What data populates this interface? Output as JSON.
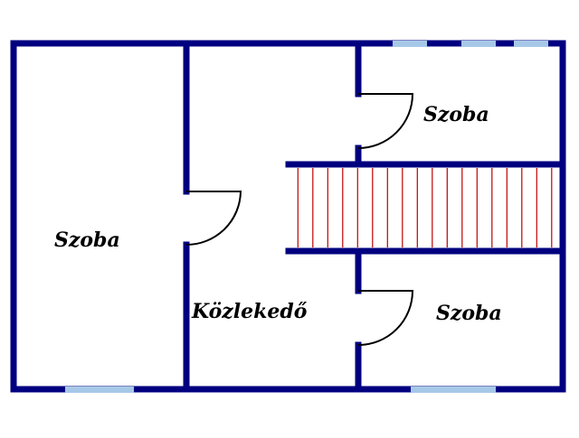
{
  "floor_plan": {
    "colors": {
      "wall": "#000080",
      "window": "#a6c8e8",
      "stair": "#c00000",
      "text": "#000000",
      "background": "#ffffff"
    },
    "rooms": [
      {
        "id": "room-left",
        "label": "Szoba"
      },
      {
        "id": "room-top-right",
        "label": "Szoba"
      },
      {
        "id": "room-bottom-right",
        "label": "Szoba"
      },
      {
        "id": "hallway",
        "label": "Közlekedő"
      }
    ],
    "stairs": {
      "tread_count": 18
    }
  }
}
